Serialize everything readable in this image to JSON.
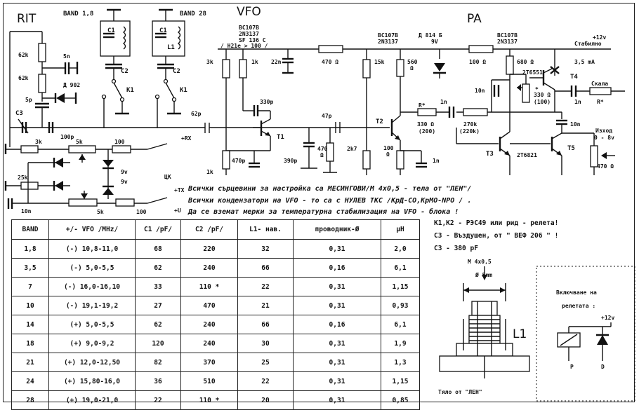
{
  "titles": {
    "rit": "RIT",
    "vfo": "VFO",
    "pa": "PA",
    "band_a": "BAND 1,8",
    "band_b": "BAND 28"
  },
  "transistors": {
    "vfo": [
      "BC107B",
      "2N3137",
      "SF 136 C",
      "/ H21e > 100 /"
    ],
    "t2": [
      "BC107B",
      "2N3137"
    ],
    "zener": [
      "Д 814 Б",
      "9V"
    ],
    "pa": [
      "BC107B",
      "2N3137"
    ]
  },
  "labels": {
    "supply": "+12v",
    "supply_note": "Стабилно",
    "current": "3,5 mA",
    "scale": "Скала",
    "rstar": "R*",
    "output": "Изход",
    "output_level": "0 - 8v",
    "rx": "+RX",
    "tx": "+TX",
    "u": "+U",
    "ck": "ЦК",
    "t1": "T1",
    "t2": "T2",
    "t3": "T3",
    "t4": "T4",
    "t5": "T5",
    "q6551": "2T6551",
    "q6821": "2T6821",
    "k1": "K1",
    "k1b": "K1",
    "c1": "C1",
    "c1b": "C1",
    "c2": "C2",
    "c2b": "C2",
    "l1": "L1",
    "c3": "C3"
  },
  "components": {
    "r62k_a": "62k",
    "r62k_b": "62k",
    "c5n": "5n",
    "d902": "Д 902",
    "c5p": "5p",
    "c100p": "100p",
    "r3k_a": "3k",
    "r5k_a": "5k",
    "r100_a": "100",
    "r25k": "25k",
    "c10n_a": "10n",
    "r5k_b": "5k",
    "r100_b": "100",
    "v9a": "9v",
    "v9b": "9v",
    "c62p": "62p",
    "r3k_b": "3k",
    "r1k_a": "1k",
    "c22n": "22n",
    "c330p": "330p",
    "r1k_b": "1k",
    "c470p": "470p",
    "c390p": "390p",
    "c47p": "47p",
    "r470_a": "470 Ω",
    "r470_b": "470",
    "r470_c": "Ω",
    "r2k7": "2k7",
    "r15k": "15k",
    "r560": "560",
    "r560u": "Ω",
    "r100_c": "100",
    "r100_cu": "Ω",
    "c1n_a": "1n",
    "r330_a": "330 Ω",
    "r330_a2": "(200)",
    "c1n_b": "1n",
    "r270k": "270k",
    "r270k2": "(220k)",
    "r100_d": "100 Ω",
    "r680": "680 Ω",
    "c10n_b": "10n",
    "rstar2": "*",
    "r330_b": "330 Ω",
    "r330_b2": "(100)",
    "c1n_c": "1n",
    "c10n_c": "10n",
    "r470_d": "470 Ω"
  },
  "notes": [
    "Всички сърцевини за настройка са МЕСИНГОВИ/М 4x0,5 - тела от \"ЛЕН\"/",
    "Всички кондензатори на VFO - то са с НУЛЕВ ТКС /КрД-СО,КрМО-NPO / .",
    "Да се вземат мерки за температурна стабилизация на VFO - блока !"
  ],
  "side_notes": [
    "K1,K2 - РЭС49 или рид - релета!",
    "C3 - Въздушен, от \" ВЕФ 206 \" !",
    "C3 - 380 pF"
  ],
  "coil": {
    "thread": "M 4x0,5",
    "diameter": "Ø 5mm",
    "label": "L1",
    "body": "Тяло от  \"ЛЕН\""
  },
  "relay": {
    "title_1": "Включване на",
    "title_2": "релетата :",
    "supply": "+12v",
    "p": "P",
    "d": "D"
  },
  "table": {
    "headers": [
      "BAND",
      "+/- VFO /MHz/",
      "C1 /pF/",
      "C2 /pF/",
      "L1- нав.",
      "проводник-Ø",
      "µH"
    ],
    "rows": [
      [
        "1,8",
        "(-) 10,8-11,0",
        "68",
        "220",
        "32",
        "0,31",
        "2,0"
      ],
      [
        "3,5",
        "(-) 5,0-5,5",
        "62",
        "240",
        "66",
        "0,16",
        "6,1"
      ],
      [
        "7",
        "(-) 16,0-16,10",
        "33",
        "110 *",
        "22",
        "0,31",
        "1,15"
      ],
      [
        "10",
        "(-) 19,1-19,2",
        "27",
        "470",
        "21",
        "0,31",
        "0,93"
      ],
      [
        "14",
        "(+) 5,0-5,5",
        "62",
        "240",
        "66",
        "0,16",
        "6,1"
      ],
      [
        "18",
        "(+) 9,0-9,2",
        "120",
        "240",
        "30",
        "0,31",
        "1,9"
      ],
      [
        "21",
        "(+) 12,0-12,50",
        "82",
        "370",
        "25",
        "0,31",
        "1,3"
      ],
      [
        "24",
        "(+) 15,80-16,0",
        "36",
        "510",
        "22",
        "0,31",
        "1,15"
      ],
      [
        "28",
        "(+) 19,0-21,0",
        "22",
        "110 *",
        "20",
        "0,31",
        "0,85"
      ]
    ]
  }
}
